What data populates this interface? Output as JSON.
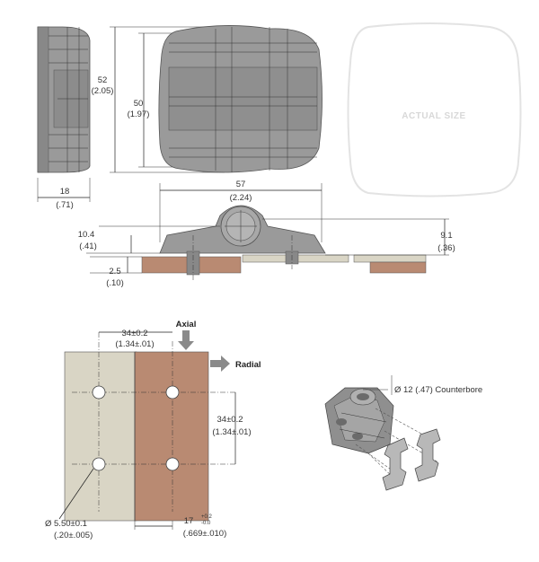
{
  "latch": {
    "ghost_label": "ACTUAL SIZE",
    "dims": {
      "height_outer_mm": "52",
      "height_outer_in": "(2.05)",
      "height_inner_mm": "50",
      "height_inner_in": "(1.97)",
      "depth_mm": "18",
      "depth_in": "(.71)",
      "width_mm": "57",
      "width_in": "(2.24)",
      "left_h_mm": "10.4",
      "left_h_in": "(.41)",
      "right_h_mm": "9.1",
      "right_h_in": "(.36)",
      "plate_mm": "2.5",
      "plate_in": "(.10)"
    }
  },
  "mounting": {
    "axial_label": "Axial",
    "radial_label": "Radial",
    "spacing_h_mm": "34±0.2",
    "spacing_h_in": "(1.34±.01)",
    "spacing_v_mm": "34±0.2",
    "spacing_v_in": "(1.34±.01)",
    "hole_mm": "Ø 5.50±0.1",
    "hole_in": "(.20±.005)",
    "offset_mm": "17",
    "offset_tol_plus": "+0.2",
    "offset_tol_minus": "-0.0",
    "offset_in": "(.669±.010)"
  },
  "iso": {
    "counterbore_label": "Ø 12 (.47) Counterbore"
  },
  "colors": {
    "part_gray": "#9a9a9a",
    "part_dark": "#7a7a7a",
    "panel_beige": "#d9d5c5",
    "panel_brown": "#b98a72"
  }
}
